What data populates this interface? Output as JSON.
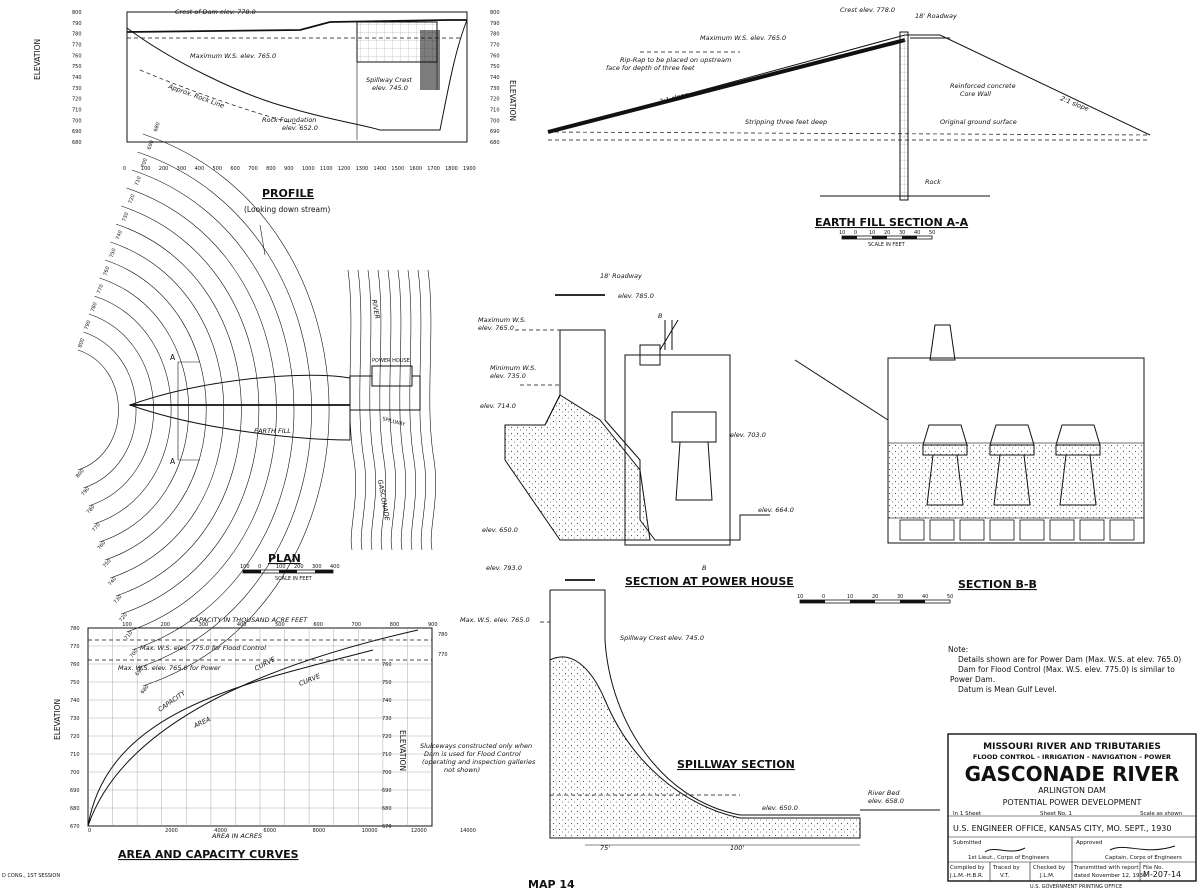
{
  "profile": {
    "title": "PROFILE",
    "subtitle": "(Looking down stream)",
    "elevation_label": "ELEVATION",
    "labels": {
      "crest": "Crest of Dam elev. 778.0",
      "max_ws": "Maximum W.S. elev. 765.0",
      "spillway": "Spillway Crest",
      "spillway_elev": "elev. 745.0",
      "rock_line": "Approx. Rock Line",
      "rock_found": "Rock Foundation",
      "rock_found_elev": "elev. 652.0"
    },
    "y_ticks": [
      "800",
      "790",
      "780",
      "770",
      "760",
      "750",
      "740",
      "730",
      "720",
      "710",
      "700",
      "690",
      "680"
    ],
    "x_ticks": [
      "0",
      "100",
      "200",
      "300",
      "400",
      "500",
      "600",
      "700",
      "800",
      "900",
      "1000",
      "1100",
      "1200",
      "1300",
      "1400",
      "1500",
      "1600",
      "1700",
      "1800",
      "1900"
    ]
  },
  "earth_fill": {
    "title": "EARTH FILL SECTION A-A",
    "scale_label": "SCALE IN FEET",
    "scale_ticks": [
      "10",
      "0",
      "10",
      "20",
      "30",
      "40",
      "50"
    ],
    "labels": {
      "crest": "Crest elev. 778.0",
      "roadway": "18' Roadway",
      "max_ws": "Maximum W.S. elev. 765.0",
      "riprap1": "Rip-Rap to be placed on upstream",
      "riprap2": "face for depth of three feet",
      "core1": "Reinforced concrete",
      "core2": "Core Wall",
      "stripping": "Stripping three feet deep",
      "ground": "Original ground surface",
      "rock": "Rock",
      "slope_up": "3:1 slope",
      "slope_dn": "2:1 slope"
    }
  },
  "plan": {
    "title": "PLAN",
    "scale_label": "SCALE IN FEET",
    "scale_ticks": [
      "100",
      "0",
      "100",
      "200",
      "300",
      "400"
    ],
    "labels": {
      "earth_fill": "EARTH FILL",
      "power_house": "POWER HOUSE",
      "spillway": "SPILLWAY",
      "river": "RIVER",
      "gasconade": "GASCONADE",
      "a": "A"
    },
    "contours": [
      "800",
      "790",
      "780",
      "770",
      "760",
      "750",
      "740",
      "730",
      "720",
      "710",
      "700",
      "690",
      "680"
    ]
  },
  "power_house": {
    "title": "SECTION AT POWER HOUSE",
    "labels": {
      "roadway": "18' Roadway",
      "elev785": "elev. 785.0",
      "max_ws1": "Maximum W.S.",
      "max_ws2": "elev. 765.0",
      "min_ws1": "Minimum W.S.",
      "min_ws2": "elev. 735.0",
      "elev714": "elev. 714.0",
      "elev703": "elev. 703.0",
      "elev664": "elev. 664.0",
      "elev650": "elev. 650.0",
      "b": "B"
    }
  },
  "section_bb": {
    "title": "SECTION B-B",
    "scale_ticks": [
      "10",
      "0",
      "10",
      "20",
      "30",
      "40",
      "50"
    ]
  },
  "spillway": {
    "title": "SPILLWAY SECTION",
    "labels": {
      "elev793": "elev. 793.0",
      "max_ws": "Max. W.S. elev. 765.0",
      "crest": "Spillway Crest elev. 745.0",
      "sluice1": "Sluiceways constructed only when",
      "sluice2": "Dam is used for Flood Control",
      "sluice3": "(operating and inspection galleries",
      "sluice4": "not shown)",
      "elev650": "elev. 650.0",
      "river_bed1": "River Bed",
      "river_bed2": "elev. 658.0",
      "dim75": "75'",
      "dim100": "100'"
    }
  },
  "area_capacity": {
    "title": "AREA AND CAPACITY CURVES",
    "top_axis_label": "CAPACITY IN THOUSAND ACRE FEET",
    "bottom_axis_label": "AREA IN ACRES",
    "elevation_label": "ELEVATION",
    "top_ticks": [
      "100",
      "200",
      "300",
      "400",
      "500",
      "600",
      "700",
      "800",
      "900"
    ],
    "bottom_ticks": [
      "0",
      "2000",
      "4000",
      "6000",
      "8000",
      "10000",
      "12000",
      "14000"
    ],
    "y_ticks": [
      "780",
      "770",
      "760",
      "750",
      "740",
      "730",
      "720",
      "710",
      "700",
      "690",
      "680",
      "670"
    ],
    "right_ticks_extra": [
      "780",
      "770"
    ],
    "labels": {
      "flood": "Max. W.S. elev. 775.0 for Flood Control",
      "power": "Max. W.S. elev. 765.0 for Power",
      "capacity": "CAPACITY",
      "curve1": "CURVE",
      "area": "AREA",
      "curve2": "CURVE"
    }
  },
  "notes": {
    "heading": "Note:",
    "lines": [
      "Details shown are for Power Dam (Max. W.S. at elev. 765.0)",
      "Dam for Flood Control (Max. W.S. elev. 775.0) is similar to",
      "Power Dam.",
      "Datum is Mean Gulf Level."
    ]
  },
  "title_block": {
    "line1": "MISSOURI RIVER AND TRIBUTARIES",
    "line2": "FLOOD CONTROL - IRRIGATION - NAVIGATION - POWER",
    "line3": "GASCONADE RIVER",
    "line4": "ARLINGTON DAM",
    "line5": "POTENTIAL POWER DEVELOPMENT",
    "in_sheet": "In 1 Sheet",
    "sheet_no": "Sheet No. 1",
    "scale": "Scale as shown",
    "office": "U.S. ENGINEER OFFICE, KANSAS CITY, MO. SEPT., 1930",
    "submitted": "Submitted",
    "approved": "Approved",
    "sub_title": "1st Lieut., Corps of Engineers",
    "app_title": "Captain, Corps of Engineers",
    "compiled": "Compiled by",
    "compiled_v": "J.L.M.-H.B.R.",
    "traced": "Traced by",
    "traced_v": "V.T.",
    "checked": "Checked by",
    "checked_v": "J.L.M.",
    "transmitted": "Transmitted with report",
    "dated": "dated November 12, 1930",
    "file_no": "File No.",
    "file_v": "M-207-14"
  },
  "footer": {
    "left": "D CONG., 1ST SESSION",
    "center": "MAP 14",
    "right": "U.S. GOVERNMENT PRINTING OFFICE"
  }
}
